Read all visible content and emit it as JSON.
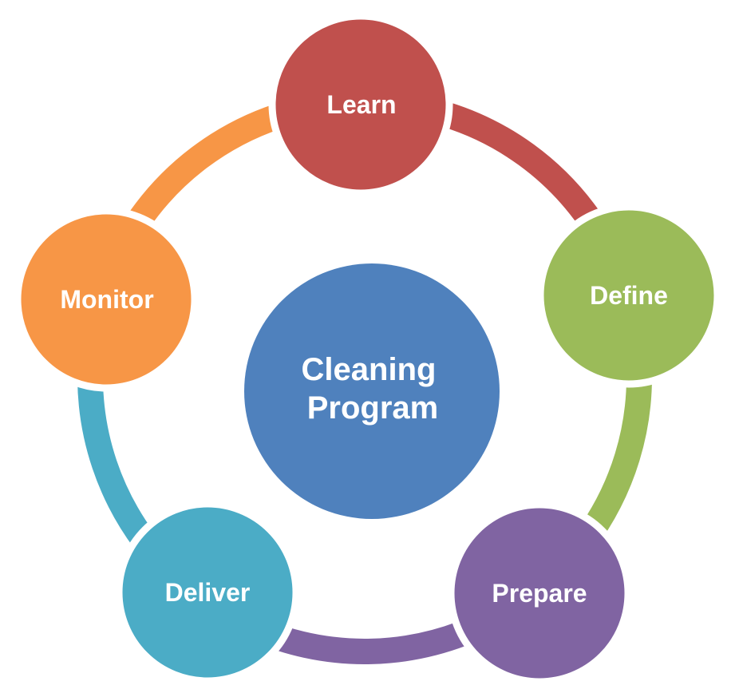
{
  "diagram": {
    "type": "cycle",
    "center": {
      "label_line1": "Cleaning",
      "label_line2": "Program",
      "color": "#4F81BD"
    },
    "nodes": [
      {
        "label": "Learn",
        "color": "#C0504D"
      },
      {
        "label": "Define",
        "color": "#9BBB59"
      },
      {
        "label": "Prepare",
        "color": "#8064A2"
      },
      {
        "label": "Deliver",
        "color": "#4BACC6"
      },
      {
        "label": "Monitor",
        "color": "#F79646"
      }
    ],
    "connectors": [
      {
        "from": "Learn",
        "to": "Define",
        "color": "#C0504D"
      },
      {
        "from": "Define",
        "to": "Prepare",
        "color": "#9BBB59"
      },
      {
        "from": "Prepare",
        "to": "Deliver",
        "color": "#8064A2"
      },
      {
        "from": "Deliver",
        "to": "Monitor",
        "color": "#4BACC6"
      },
      {
        "from": "Monitor",
        "to": "Learn",
        "color": "#F79646"
      }
    ]
  }
}
